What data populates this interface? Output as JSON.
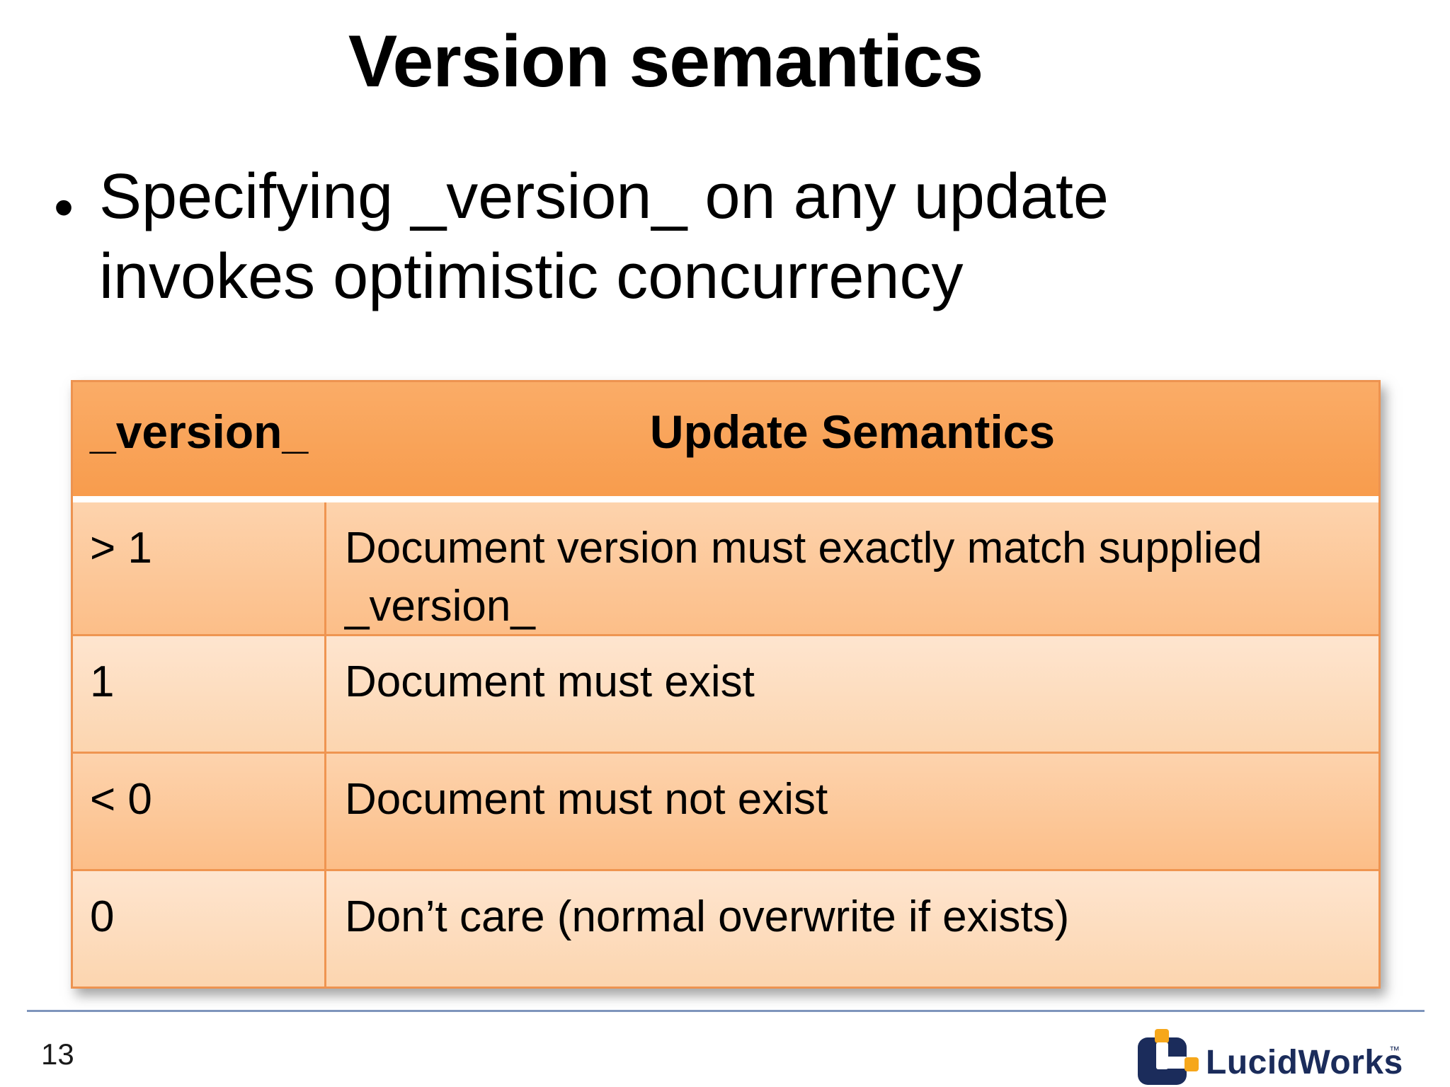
{
  "slide": {
    "title": "Version semantics",
    "bullet": {
      "marker": "•",
      "lines": [
        "Specifying _version_ on any update",
        "invokes optimistic concurrency"
      ]
    },
    "table": {
      "headers": [
        "_version_",
        "Update Semantics"
      ],
      "rows": [
        {
          "version": "> 1",
          "semantics": "Document version must exactly match supplied _version_"
        },
        {
          "version": "1",
          "semantics": "Document must exist"
        },
        {
          "version": "< 0",
          "semantics": "Document must not exist"
        },
        {
          "version": "0",
          "semantics": "Don’t care (normal overwrite if exists)"
        }
      ]
    },
    "footer": {
      "page_number": "13",
      "logo_text": "LucidWorks",
      "logo_tm": "™"
    },
    "colors": {
      "table_header_bg": "#F9A35B",
      "table_row_odd": "#FDC28E",
      "table_row_even": "#FDDCBE",
      "table_border": "#EF9551",
      "footer_rule": "#7E95BC",
      "logo_navy": "#1B2C5B",
      "logo_gold": "#F6A71B"
    }
  }
}
